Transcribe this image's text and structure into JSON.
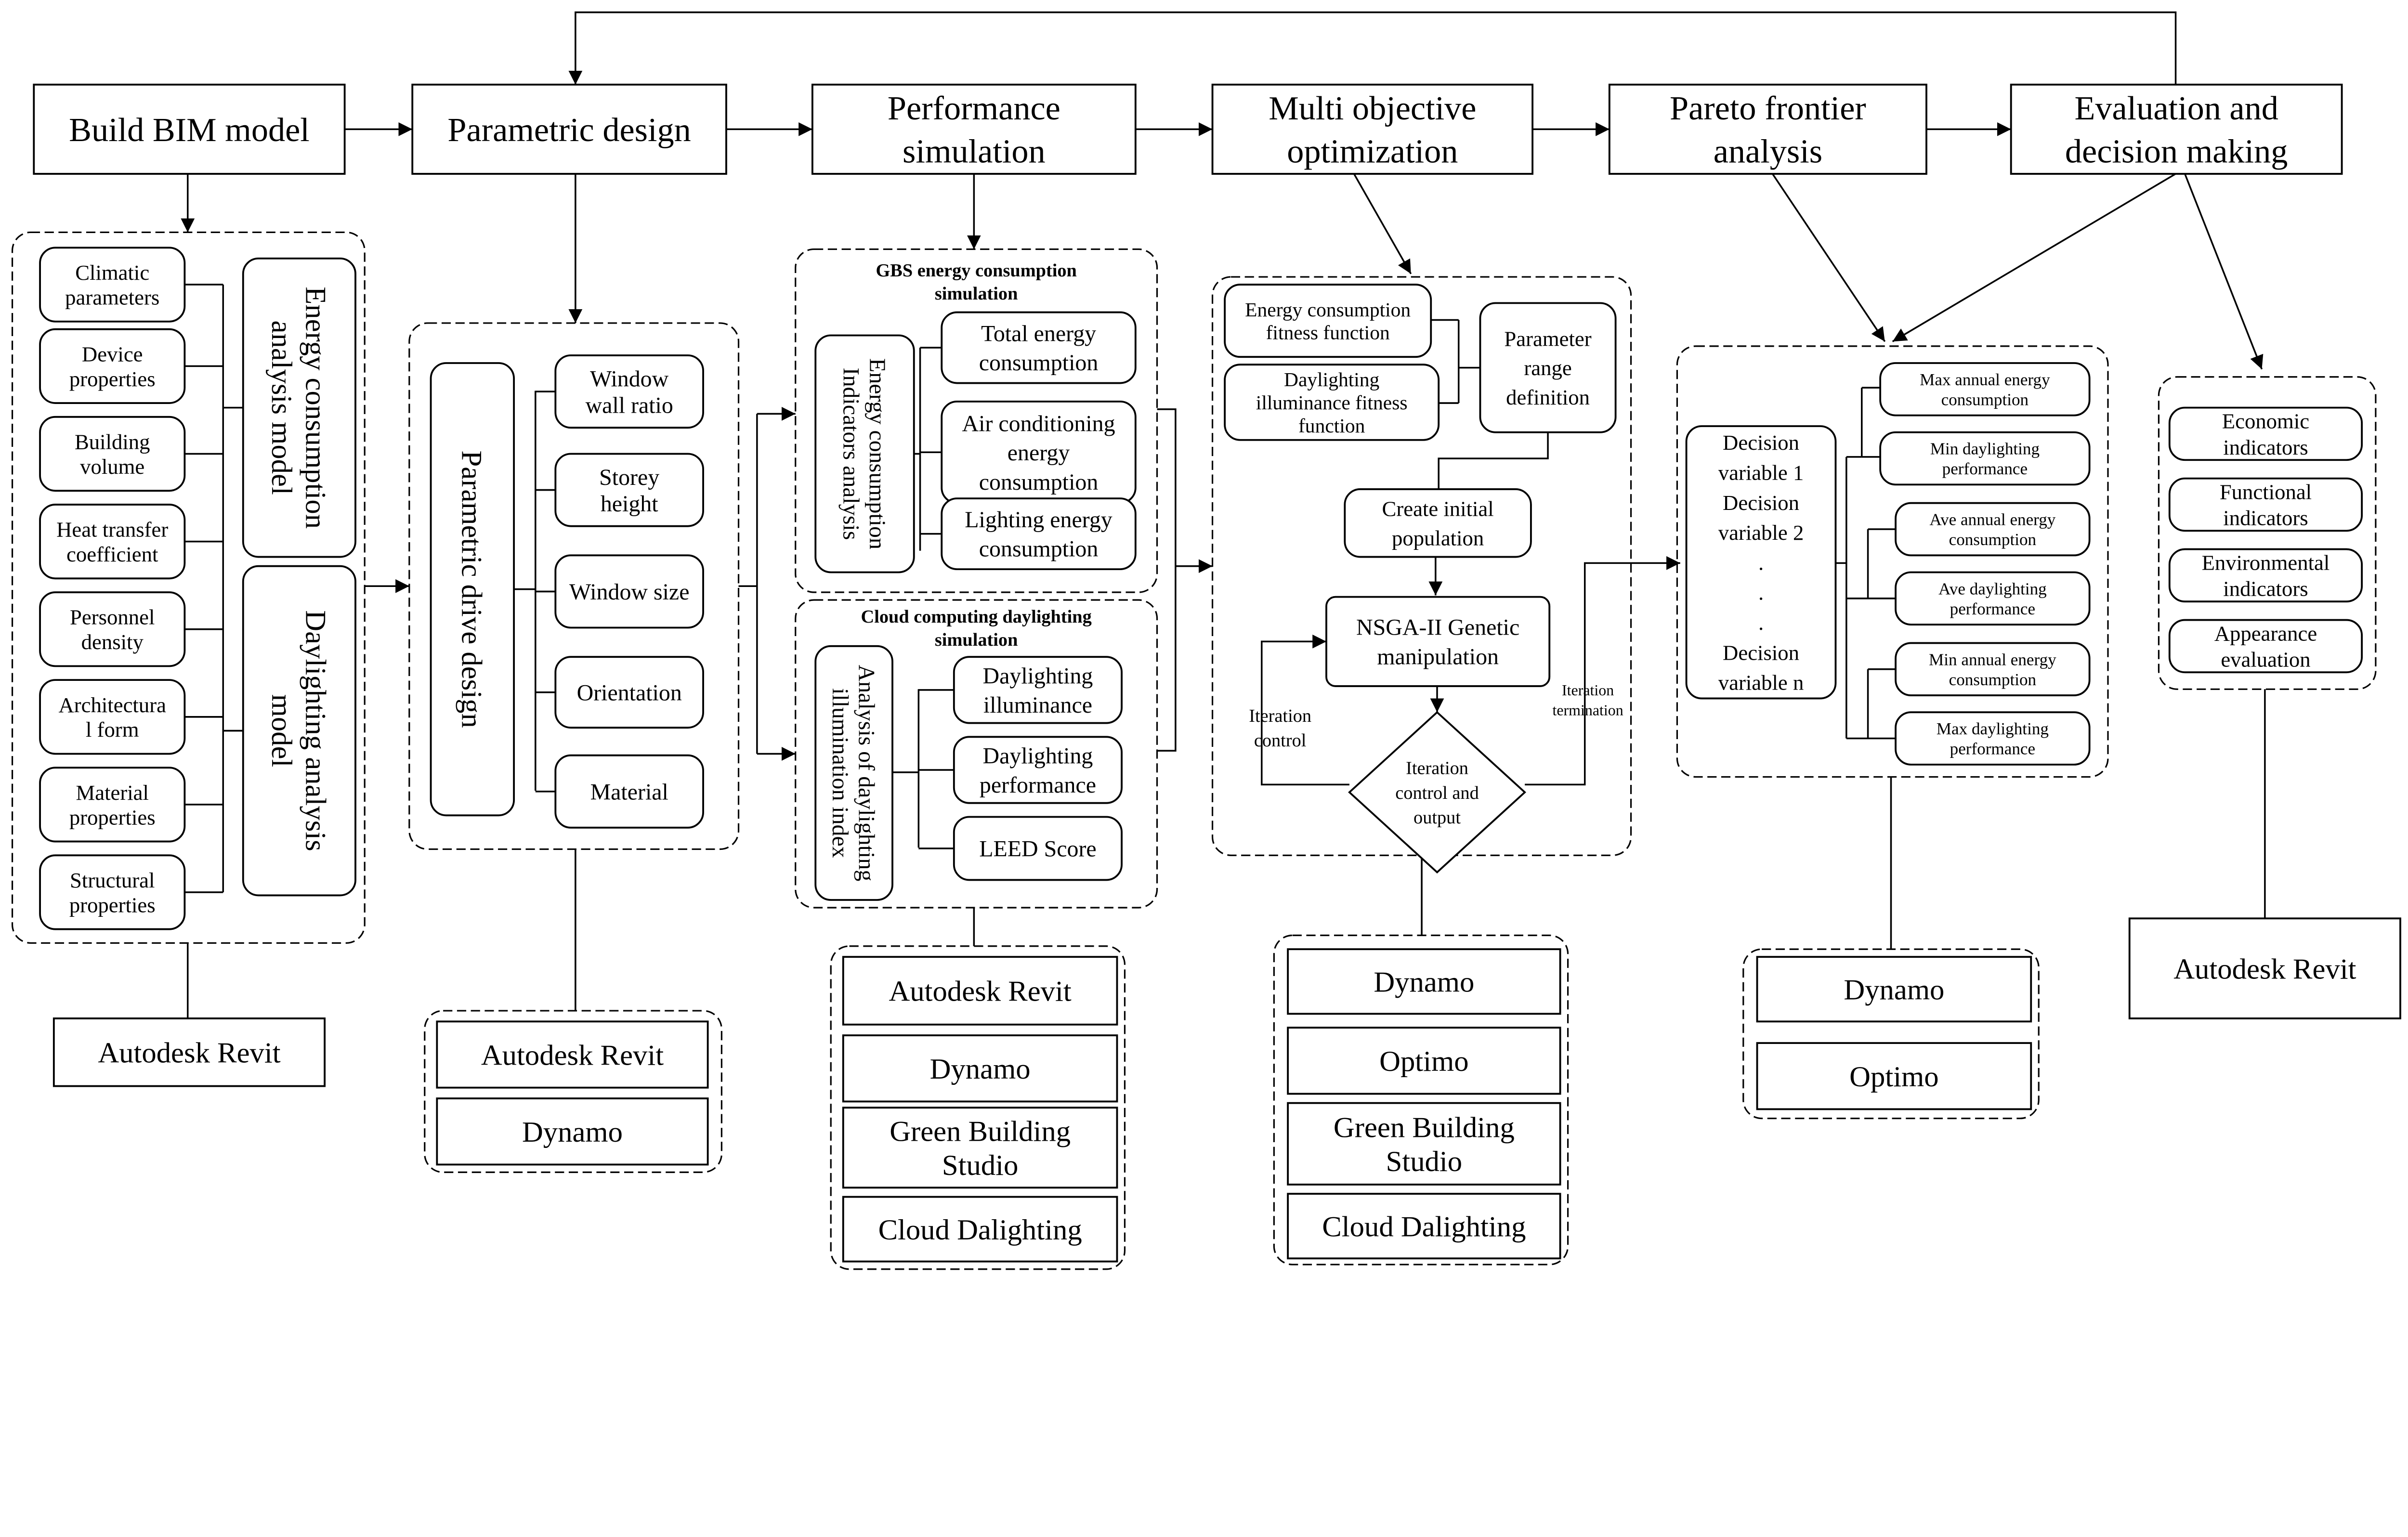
{
  "stages": [
    "Build BIM model",
    "Parametric design",
    "Performance\nsimulation",
    "Multi objective\noptimization",
    "Pareto frontier\nanalysis",
    "Evaluation and\ndecision making"
  ],
  "bim": {
    "inputs": [
      "Climatic\nparameters",
      "Device\nproperties",
      "Building\nvolume",
      "Heat transfer\ncoefficient",
      "Personnel\ndensity",
      "Architectura\nl form",
      "Material\nproperties",
      "Structural\nproperties"
    ],
    "energy_model": "Energy consumption\nanalysis model",
    "daylight_model": "Daylighting analysis\nmodel",
    "tools": [
      "Autodesk Revit"
    ]
  },
  "parametric": {
    "drive": "Parametric drive design",
    "items": [
      "Window\nwall ratio",
      "Storey\nheight",
      "Window size",
      "Orientation",
      "Material"
    ],
    "tools": [
      "Autodesk Revit",
      "Dynamo"
    ]
  },
  "simulation": {
    "gbs_title": "GBS energy consumption\nsimulation",
    "gbs_analysis": "Energy consumption\nIndicators analysis",
    "gbs_items": [
      "Total  energy\nconsumption",
      "Air conditioning\nenergy\nconsumption",
      "Lighting energy\nconsumption"
    ],
    "cloud_title": "Cloud computing daylighting\nsimulation",
    "cloud_analysis": "Analysis of daylighting\nillumination index",
    "cloud_items": [
      "Daylighting\nilluminance",
      "Daylighting\nperformance",
      "LEED Score"
    ],
    "tools": [
      "Autodesk Revit",
      "Dynamo",
      "Green Building\nStudio",
      "Cloud Dalighting"
    ]
  },
  "optimization": {
    "energy_fitness": "Energy consumption\nfitness function",
    "daylight_fitness": "Daylighting\nilluminance fitness\nfunction",
    "parameter_range": "Parameter\nrange\ndefinition",
    "initial_population": "Create initial\npopulation",
    "nsga": "NSGA-II Genetic\nmanipulation",
    "decision": "Iteration\ncontrol and\noutput",
    "iteration_control": "Iteration\ncontrol",
    "iteration_termination": "Iteration\ntermination",
    "tools": [
      "Dynamo",
      "Optimo",
      "Green Building\nStudio",
      "Cloud Dalighting"
    ]
  },
  "pareto": {
    "variables": "Decision\nvariable 1\nDecision\nvariable 2\n.\n.\n.\nDecision\nvariable n",
    "results": [
      "Max annual energy\nconsumption",
      "Min daylighting\nperformance",
      "Ave annual energy\nconsumption",
      "Ave  daylighting\nperformance",
      "Min annual energy\nconsumption",
      "Max  daylighting\nperformance"
    ],
    "tools": [
      "Dynamo",
      "Optimo"
    ]
  },
  "evaluation": {
    "indicators": [
      "Economic\nindicators",
      "Functional\nindicators",
      "Environmental\nindicators",
      "Appearance\nevaluation"
    ],
    "tools": [
      "Autodesk Revit"
    ]
  }
}
